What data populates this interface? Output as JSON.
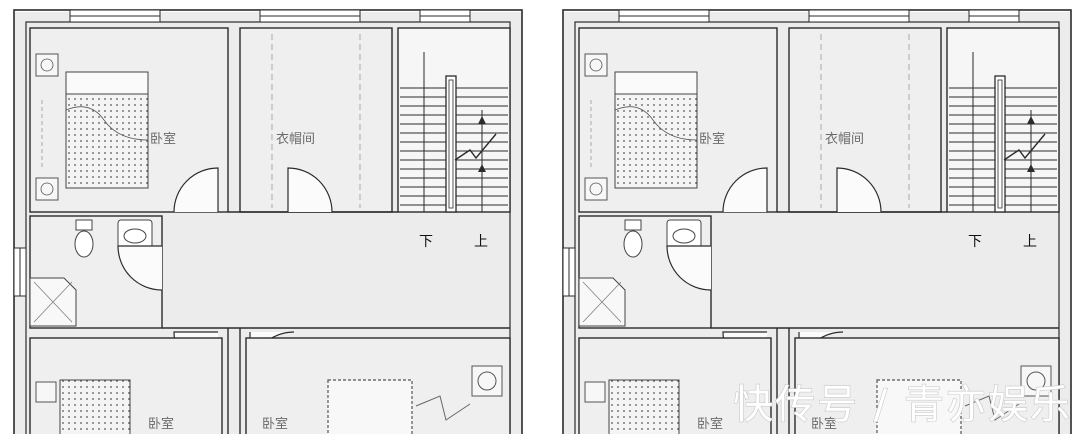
{
  "plans": [
    {
      "rooms": {
        "bedroom_top": "卧室",
        "closet": "衣帽间",
        "bedroom_bottom_left": "卧室",
        "bedroom_bottom_right": "卧室"
      },
      "stair": {
        "down": "下",
        "up": "上"
      }
    },
    {
      "rooms": {
        "bedroom_top": "卧室",
        "closet": "衣帽间",
        "bedroom_bottom_left": "卧室",
        "bedroom_bottom_right": "卧室"
      },
      "stair": {
        "down": "下",
        "up": "上"
      }
    }
  ],
  "watermark": "快传号 / 青亦娱乐",
  "colors": {
    "wall": "#2b2b2b",
    "floor": "#ececec",
    "background": "#ffffff"
  }
}
